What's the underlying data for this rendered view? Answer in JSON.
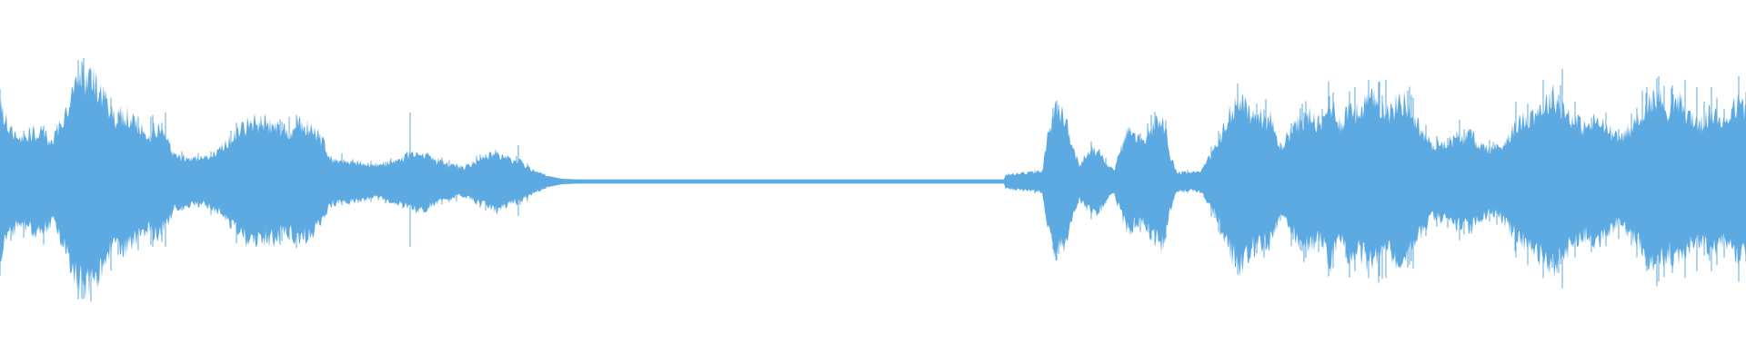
{
  "waveform": {
    "color": "#5DAAE2",
    "background": "#FFFFFF",
    "envelope": [
      [
        0.0,
        0.42
      ],
      [
        0.006,
        0.28
      ],
      [
        0.012,
        0.24
      ],
      [
        0.018,
        0.27
      ],
      [
        0.024,
        0.28
      ],
      [
        0.03,
        0.22
      ],
      [
        0.036,
        0.35
      ],
      [
        0.042,
        0.5
      ],
      [
        0.048,
        0.58
      ],
      [
        0.055,
        0.55
      ],
      [
        0.06,
        0.45
      ],
      [
        0.066,
        0.35
      ],
      [
        0.072,
        0.38
      ],
      [
        0.078,
        0.31
      ],
      [
        0.084,
        0.26
      ],
      [
        0.09,
        0.3
      ],
      [
        0.096,
        0.22
      ],
      [
        0.1,
        0.15
      ],
      [
        0.104,
        0.14
      ],
      [
        0.112,
        0.13
      ],
      [
        0.118,
        0.13
      ],
      [
        0.124,
        0.16
      ],
      [
        0.13,
        0.22
      ],
      [
        0.137,
        0.28
      ],
      [
        0.142,
        0.32
      ],
      [
        0.15,
        0.34
      ],
      [
        0.158,
        0.31
      ],
      [
        0.166,
        0.28
      ],
      [
        0.172,
        0.33
      ],
      [
        0.176,
        0.3
      ],
      [
        0.18,
        0.28
      ],
      [
        0.184,
        0.24
      ],
      [
        0.19,
        0.12
      ],
      [
        0.196,
        0.12
      ],
      [
        0.205,
        0.11
      ],
      [
        0.213,
        0.09
      ],
      [
        0.221,
        0.1
      ],
      [
        0.228,
        0.12
      ],
      [
        0.236,
        0.16
      ],
      [
        0.244,
        0.15
      ],
      [
        0.25,
        0.12
      ],
      [
        0.258,
        0.09
      ],
      [
        0.266,
        0.08
      ],
      [
        0.272,
        0.11
      ],
      [
        0.278,
        0.13
      ],
      [
        0.284,
        0.16
      ],
      [
        0.29,
        0.13
      ],
      [
        0.298,
        0.11
      ],
      [
        0.306,
        0.06
      ],
      [
        0.314,
        0.03
      ],
      [
        0.322,
        0.015
      ],
      [
        0.33,
        0.012
      ],
      [
        0.4,
        0.012
      ],
      [
        0.48,
        0.012
      ],
      [
        0.56,
        0.012
      ],
      [
        0.575,
        0.012
      ],
      [
        0.576,
        0.04
      ],
      [
        0.59,
        0.05
      ],
      [
        0.597,
        0.06
      ],
      [
        0.6,
        0.26
      ],
      [
        0.605,
        0.4
      ],
      [
        0.61,
        0.36
      ],
      [
        0.614,
        0.2
      ],
      [
        0.618,
        0.1
      ],
      [
        0.622,
        0.14
      ],
      [
        0.626,
        0.18
      ],
      [
        0.63,
        0.16
      ],
      [
        0.634,
        0.09
      ],
      [
        0.638,
        0.06
      ],
      [
        0.642,
        0.18
      ],
      [
        0.646,
        0.28
      ],
      [
        0.65,
        0.24
      ],
      [
        0.655,
        0.22
      ],
      [
        0.66,
        0.3
      ],
      [
        0.666,
        0.36
      ],
      [
        0.67,
        0.16
      ],
      [
        0.674,
        0.05
      ],
      [
        0.682,
        0.05
      ],
      [
        0.688,
        0.06
      ],
      [
        0.692,
        0.12
      ],
      [
        0.698,
        0.22
      ],
      [
        0.704,
        0.38
      ],
      [
        0.71,
        0.46
      ],
      [
        0.716,
        0.38
      ],
      [
        0.722,
        0.36
      ],
      [
        0.728,
        0.34
      ],
      [
        0.733,
        0.18
      ],
      [
        0.738,
        0.26
      ],
      [
        0.744,
        0.33
      ],
      [
        0.75,
        0.37
      ],
      [
        0.756,
        0.3
      ],
      [
        0.762,
        0.44
      ],
      [
        0.768,
        0.32
      ],
      [
        0.773,
        0.42
      ],
      [
        0.778,
        0.38
      ],
      [
        0.784,
        0.46
      ],
      [
        0.79,
        0.43
      ],
      [
        0.796,
        0.38
      ],
      [
        0.802,
        0.46
      ],
      [
        0.808,
        0.4
      ],
      [
        0.814,
        0.28
      ],
      [
        0.82,
        0.2
      ],
      [
        0.828,
        0.22
      ],
      [
        0.836,
        0.24
      ],
      [
        0.842,
        0.26
      ],
      [
        0.848,
        0.2
      ],
      [
        0.854,
        0.18
      ],
      [
        0.86,
        0.2
      ],
      [
        0.866,
        0.28
      ],
      [
        0.872,
        0.34
      ],
      [
        0.878,
        0.38
      ],
      [
        0.884,
        0.42
      ],
      [
        0.89,
        0.48
      ],
      [
        0.896,
        0.4
      ],
      [
        0.902,
        0.34
      ],
      [
        0.908,
        0.3
      ],
      [
        0.914,
        0.34
      ],
      [
        0.92,
        0.3
      ],
      [
        0.926,
        0.24
      ],
      [
        0.932,
        0.28
      ],
      [
        0.938,
        0.34
      ],
      [
        0.944,
        0.44
      ],
      [
        0.95,
        0.46
      ],
      [
        0.956,
        0.4
      ],
      [
        0.962,
        0.44
      ],
      [
        0.968,
        0.36
      ],
      [
        0.974,
        0.32
      ],
      [
        0.98,
        0.38
      ],
      [
        0.986,
        0.34
      ],
      [
        0.992,
        0.4
      ],
      [
        0.997,
        0.44
      ],
      [
        1.0,
        0.38
      ]
    ],
    "spikes": [
      [
        0.048,
        0.68
      ],
      [
        0.095,
        0.38
      ],
      [
        0.235,
        0.38
      ],
      [
        0.297,
        0.2
      ],
      [
        0.606,
        0.42
      ],
      [
        0.709,
        0.54
      ],
      [
        0.761,
        0.55
      ],
      [
        0.776,
        0.52
      ],
      [
        0.784,
        0.56
      ],
      [
        0.79,
        0.55
      ],
      [
        0.794,
        0.56
      ],
      [
        0.806,
        0.5
      ],
      [
        0.836,
        0.34
      ],
      [
        0.868,
        0.44
      ],
      [
        0.884,
        0.56
      ],
      [
        0.889,
        0.5
      ],
      [
        0.895,
        0.62
      ],
      [
        0.902,
        0.44
      ],
      [
        0.943,
        0.52
      ],
      [
        0.95,
        0.58
      ],
      [
        0.958,
        0.53
      ],
      [
        0.965,
        0.56
      ],
      [
        0.972,
        0.52
      ],
      [
        0.98,
        0.52
      ],
      [
        0.996,
        0.58
      ]
    ]
  }
}
